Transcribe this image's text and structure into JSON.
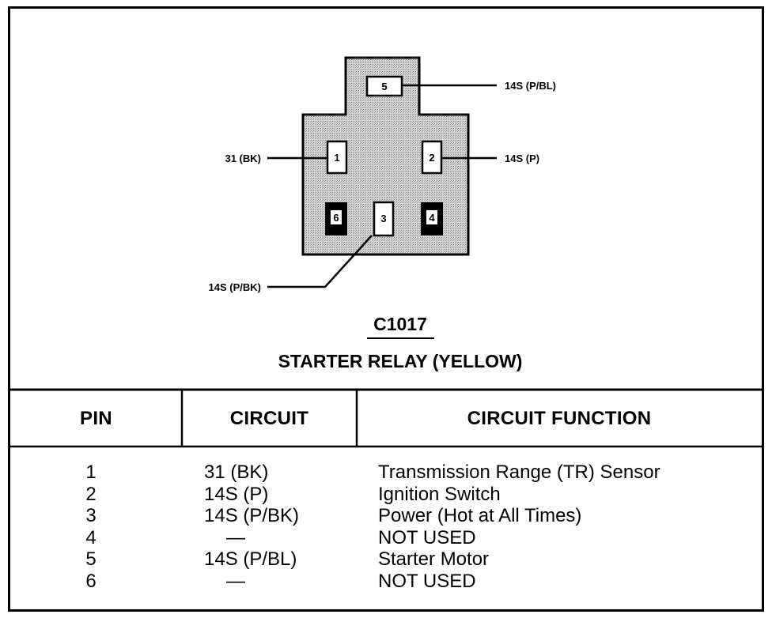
{
  "connector": {
    "id": "C1017",
    "name": "STARTER RELAY (YELLOW)",
    "wire_labels": {
      "pin5": "14S (P/BL)",
      "pin1": "31 (BK)",
      "pin2": "14S (P)",
      "pin3": "14S (P/BK)"
    },
    "pins": [
      "1",
      "2",
      "3",
      "4",
      "5",
      "6"
    ],
    "body_color": "#bdbdbd"
  },
  "table": {
    "headers": {
      "pin": "PIN",
      "circuit": "CIRCUIT",
      "function": "CIRCUIT FUNCTION"
    },
    "rows": [
      {
        "pin": "1",
        "circuit": "31 (BK)",
        "function": "Transmission Range (TR) Sensor"
      },
      {
        "pin": "2",
        "circuit": "14S (P)",
        "function": "Ignition Switch"
      },
      {
        "pin": "3",
        "circuit": "14S (P/BK)",
        "function": "Power (Hot at All Times)"
      },
      {
        "pin": "4",
        "circuit": "—",
        "function": "NOT USED"
      },
      {
        "pin": "5",
        "circuit": "14S (P/BL)",
        "function": "Starter Motor"
      },
      {
        "pin": "6",
        "circuit": "—",
        "function": "NOT USED"
      }
    ]
  }
}
